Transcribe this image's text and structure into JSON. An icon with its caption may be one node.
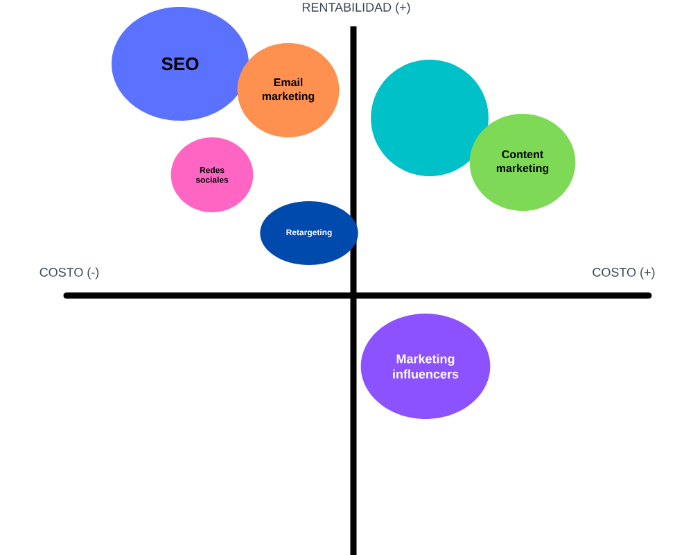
{
  "diagram": {
    "nodes": [
      {
        "text": [
          "SEO"
        ]
      },
      {
        "text": [
          "Email marketing"
        ]
      },
      {
        "text": [],
        "shape": "circle"
      },
      {
        "text": [
          "Content marketing"
        ]
      },
      {
        "text": [
          "Redes sociales"
        ]
      },
      {
        "text": [
          "Retargeting"
        ]
      },
      {
        "text": [
          "Marketing influencers"
        ]
      }
    ],
    "labels": [
      "RENTABILIDAD (+)",
      "COSTO (-)",
      "COSTO (+)"
    ]
  }
}
